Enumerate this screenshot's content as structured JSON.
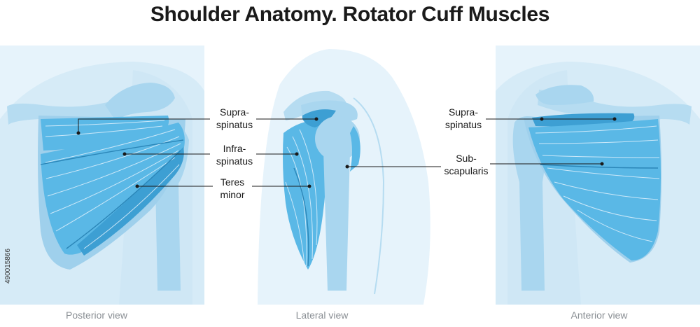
{
  "title": "Shoulder Anatomy. Rotator Cuff Muscles",
  "stock_id": "490015866",
  "views": {
    "posterior": "Posterior view",
    "lateral": "Lateral view",
    "anterior": "Anterior view"
  },
  "labels": {
    "supraspinatus_left_1": "Supra-",
    "supraspinatus_left_2": "spinatus",
    "infraspinatus_1": "Infra-",
    "infraspinatus_2": "spinatus",
    "teres_minor_1": "Teres",
    "teres_minor_2": "minor",
    "supraspinatus_right_1": "Supra-",
    "supraspinatus_right_2": "spinatus",
    "subscapularis_1": "Sub-",
    "subscapularis_2": "scapularis"
  },
  "colors": {
    "panel_bg": "#e6f3fb",
    "body_silhouette": "#cfe7f5",
    "bone": "#a9d6ef",
    "muscle": "#5ab8e6",
    "muscle_dark": "#3d9fd3",
    "text": "#1a1a1a",
    "view_text": "#8a8f94"
  }
}
